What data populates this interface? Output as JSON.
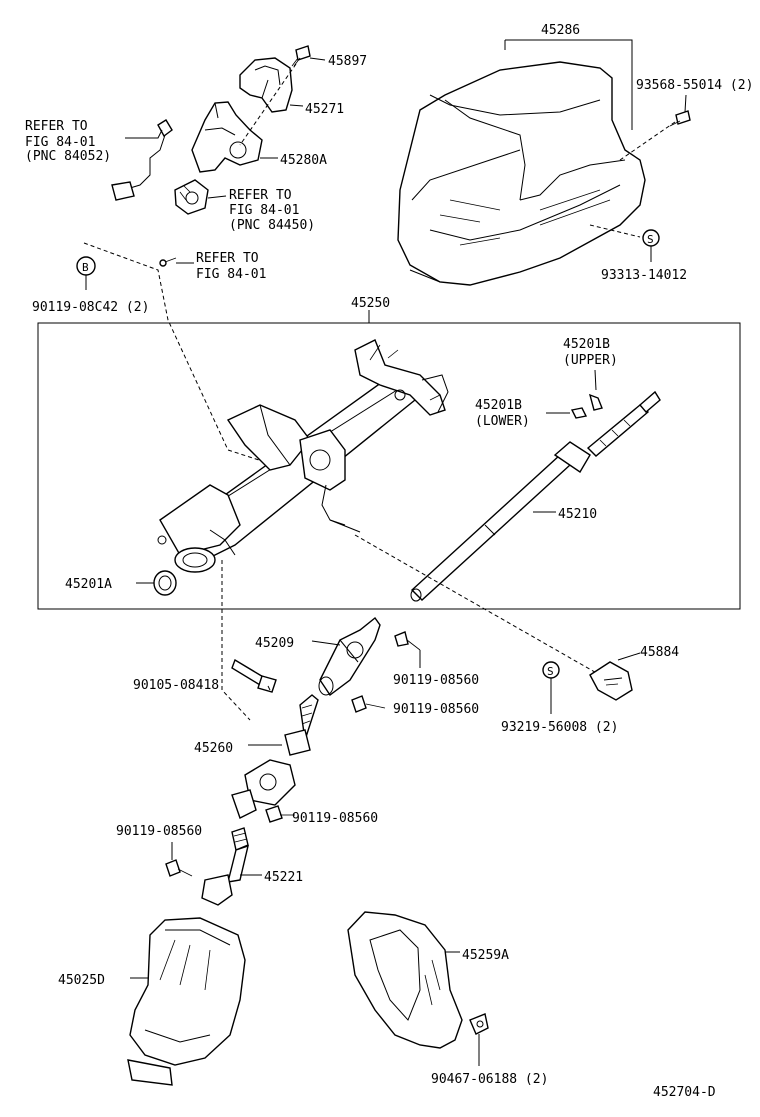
{
  "labels": {
    "p45286": "45286",
    "p93568": "93568-55014 (2)",
    "p45897": "45897",
    "p45271": "45271",
    "p45280A": "45280A",
    "refer1_l1": "REFER TO",
    "refer1_l2": "FIG 84-01",
    "refer1_l3": "(PNC 84052)",
    "refer2_l1": "REFER TO",
    "refer2_l2": "FIG 84-01",
    "refer2_l3": "(PNC 84450)",
    "refer3_l1": "REFER TO",
    "refer3_l2": "FIG 84-01",
    "p93313": "93313-14012",
    "p90119_08C42": "90119-08C42 (2)",
    "p45250": "45250",
    "p45201B_upper": "45201B",
    "upper": "(UPPER)",
    "p45201B_lower": "45201B",
    "lower": "(LOWER)",
    "p45210": "45210",
    "p45201A": "45201A",
    "p45209": "45209",
    "p90105": "90105-08418",
    "p90119_a": "90119-08560",
    "p90119_b": "90119-08560",
    "p45884": "45884",
    "p93219": "93219-56008 (2)",
    "p45260": "45260",
    "p90119_c": "90119-08560",
    "p90119_d": "90119-08560",
    "p45221": "45221",
    "p45025D": "45025D",
    "p45259A": "45259A",
    "p90467": "90467-06188 (2)",
    "diagram_code": "452704-D"
  },
  "symbols": {
    "b_mark": "B",
    "s_mark_1": "S",
    "s_mark_2": "S"
  }
}
